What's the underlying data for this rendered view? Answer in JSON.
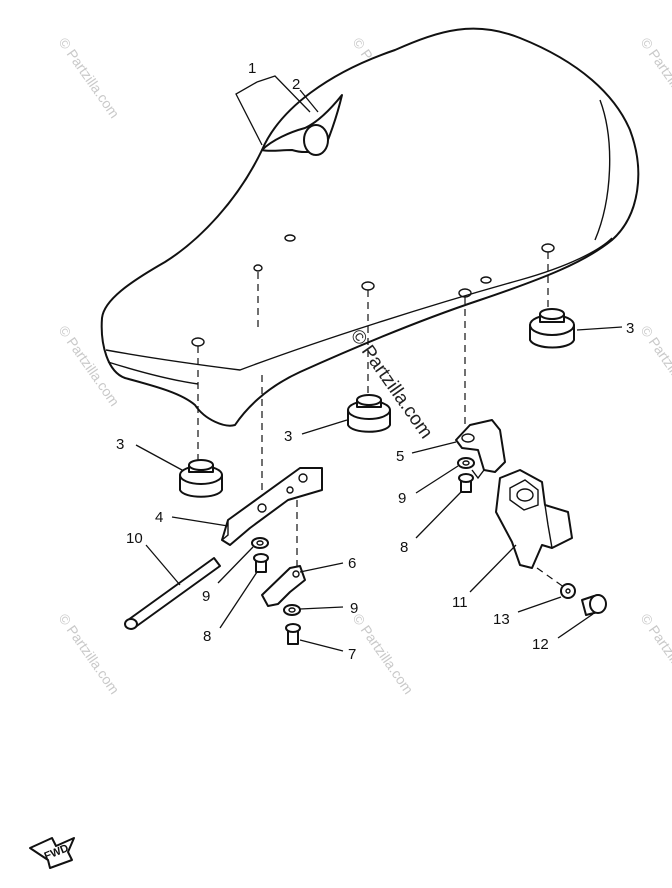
{
  "watermark": {
    "main": "© Partzilla.com",
    "tile": "© Partzilla.com"
  },
  "fwd_label": "FWD",
  "callouts": [
    {
      "id": "c1",
      "label": "1"
    },
    {
      "id": "c2",
      "label": "2"
    },
    {
      "id": "c3a",
      "label": "3"
    },
    {
      "id": "c3b",
      "label": "3"
    },
    {
      "id": "c3c",
      "label": "3"
    },
    {
      "id": "c4",
      "label": "4"
    },
    {
      "id": "c5",
      "label": "5"
    },
    {
      "id": "c6",
      "label": "6"
    },
    {
      "id": "c7",
      "label": "7"
    },
    {
      "id": "c8a",
      "label": "8"
    },
    {
      "id": "c8b",
      "label": "8"
    },
    {
      "id": "c9a",
      "label": "9"
    },
    {
      "id": "c9b",
      "label": "9"
    },
    {
      "id": "c9c",
      "label": "9"
    },
    {
      "id": "c10",
      "label": "10"
    },
    {
      "id": "c11",
      "label": "11"
    },
    {
      "id": "c12",
      "label": "12"
    },
    {
      "id": "c13",
      "label": "13"
    }
  ],
  "colors": {
    "ink": "#111111",
    "watermark": "#c9c9c9",
    "background": "#ffffff"
  }
}
